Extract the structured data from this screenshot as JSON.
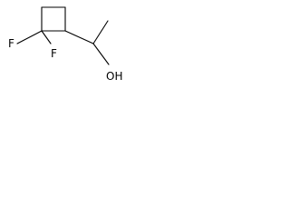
{
  "molecule": {
    "labels": {
      "fluorine_1": "F",
      "fluorine_2": "F",
      "hydroxyl": "OH"
    },
    "colors": {
      "bond": "#000000",
      "text": "#000000",
      "background": "#ffffff"
    }
  }
}
